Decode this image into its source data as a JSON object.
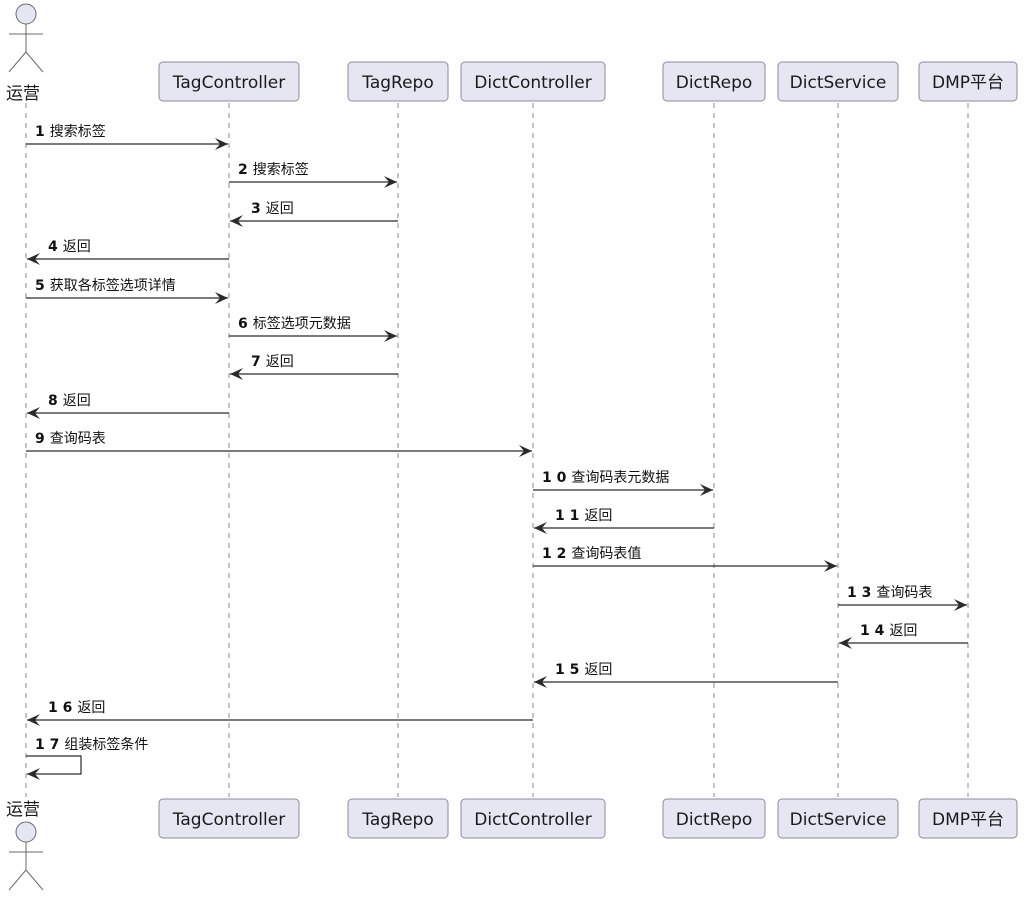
{
  "diagram": {
    "type": "sequence",
    "colors": {
      "participant_fill": "#e6e5f2",
      "participant_border": "#8d8c96",
      "line": "#2b2b2b",
      "lifeline": "#8a8a8a"
    },
    "participants": [
      {
        "id": "ops",
        "label": "运营",
        "kind": "actor"
      },
      {
        "id": "tagctrl",
        "label": "TagController",
        "kind": "participant"
      },
      {
        "id": "tagrepo",
        "label": "TagRepo",
        "kind": "participant"
      },
      {
        "id": "dictctrl",
        "label": "DictController",
        "kind": "participant"
      },
      {
        "id": "dictrepo",
        "label": "DictRepo",
        "kind": "participant"
      },
      {
        "id": "dictsvc",
        "label": "DictService",
        "kind": "participant"
      },
      {
        "id": "dmp",
        "label": "DMP平台",
        "kind": "participant"
      }
    ],
    "messages": [
      {
        "num": "1",
        "text": "搜索标签",
        "from": "ops",
        "to": "tagctrl"
      },
      {
        "num": "2",
        "text": "搜索标签",
        "from": "tagctrl",
        "to": "tagrepo"
      },
      {
        "num": "3",
        "text": "返回",
        "from": "tagrepo",
        "to": "tagctrl"
      },
      {
        "num": "4",
        "text": "返回",
        "from": "tagctrl",
        "to": "ops"
      },
      {
        "num": "5",
        "text": "获取各标签选项详情",
        "from": "ops",
        "to": "tagctrl"
      },
      {
        "num": "6",
        "text": "标签选项元数据",
        "from": "tagctrl",
        "to": "tagrepo"
      },
      {
        "num": "7",
        "text": "返回",
        "from": "tagrepo",
        "to": "tagctrl"
      },
      {
        "num": "8",
        "text": "返回",
        "from": "tagctrl",
        "to": "ops"
      },
      {
        "num": "9",
        "text": "查询码表",
        "from": "ops",
        "to": "dictctrl"
      },
      {
        "num": "1 0",
        "text": "查询码表元数据",
        "from": "dictctrl",
        "to": "dictrepo"
      },
      {
        "num": "1 1",
        "text": "返回",
        "from": "dictrepo",
        "to": "dictctrl"
      },
      {
        "num": "1 2",
        "text": "查询码表值",
        "from": "dictctrl",
        "to": "dictsvc"
      },
      {
        "num": "1 3",
        "text": "查询码表",
        "from": "dictsvc",
        "to": "dmp"
      },
      {
        "num": "1 4",
        "text": "返回",
        "from": "dmp",
        "to": "dictsvc"
      },
      {
        "num": "1 5",
        "text": "返回",
        "from": "dictsvc",
        "to": "dictctrl"
      },
      {
        "num": "1 6",
        "text": "返回",
        "from": "dictctrl",
        "to": "ops"
      },
      {
        "num": "1 7",
        "text": "组装标签条件",
        "from": "ops",
        "to": "ops"
      }
    ]
  }
}
